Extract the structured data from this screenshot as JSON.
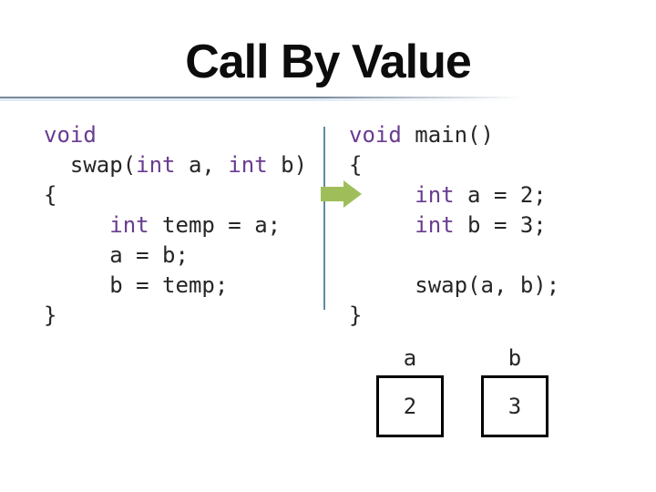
{
  "slide": {
    "title": "Call By Value"
  },
  "colors": {
    "keyword": "#693C90",
    "code_text": "#262626",
    "title_text": "#0c0c0c",
    "divider_blue": "#5F8CA0",
    "rule_gray_blue": "#7A8A9C",
    "arrow_green": "#9FBE5A",
    "box_border": "#000000"
  },
  "icons": {
    "execution_arrow": "right-block-arrow"
  },
  "code_blocks": {
    "swap_function": {
      "lines": [
        [
          {
            "t": "void",
            "k": true
          }
        ],
        [
          {
            "t": "  swap(",
            "k": false
          },
          {
            "t": "int",
            "k": true
          },
          {
            "t": " a, ",
            "k": false
          },
          {
            "t": "int",
            "k": true
          },
          {
            "t": " b)",
            "k": false
          }
        ],
        [
          {
            "t": "{",
            "k": false
          }
        ],
        [
          {
            "t": "     ",
            "k": false
          },
          {
            "t": "int",
            "k": true
          },
          {
            "t": " temp = a;",
            "k": false
          }
        ],
        [
          {
            "t": "     a = b;",
            "k": false
          }
        ],
        [
          {
            "t": "     b = temp;",
            "k": false
          }
        ],
        [
          {
            "t": "}",
            "k": false
          }
        ]
      ]
    },
    "main_function": {
      "lines": [
        [
          {
            "t": "void",
            "k": true
          },
          {
            "t": " main()",
            "k": false
          }
        ],
        [
          {
            "t": "{",
            "k": false
          }
        ],
        [
          {
            "t": "     ",
            "k": false
          },
          {
            "t": "int",
            "k": true
          },
          {
            "t": " a = 2;",
            "k": false
          }
        ],
        [
          {
            "t": "     ",
            "k": false
          },
          {
            "t": "int",
            "k": true
          },
          {
            "t": " b = 3;",
            "k": false
          }
        ],
        [],
        [
          {
            "t": "     swap(a, b);",
            "k": false
          }
        ],
        [
          {
            "t": "}",
            "k": false
          }
        ]
      ]
    }
  },
  "memory": {
    "boxes": [
      {
        "label": "a",
        "value": "2"
      },
      {
        "label": "b",
        "value": "3"
      }
    ]
  }
}
